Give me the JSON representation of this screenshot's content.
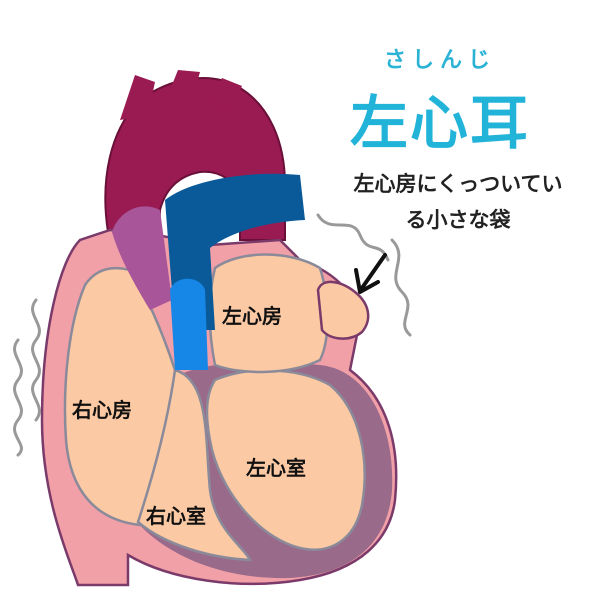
{
  "title": {
    "reading": "さしんじ",
    "main": "左心耳"
  },
  "description": {
    "line1": "左心房にくっついてい",
    "line2": "る小さな袋"
  },
  "labels": {
    "left_atrium": "左心房",
    "right_atrium": "右心房",
    "left_ventricle": "左心室",
    "right_ventricle": "右心室"
  },
  "colors": {
    "aorta": "#9a1a52",
    "pulmonary_artery": "#0a5a9a",
    "vein_blue": "#1687e6",
    "svc_purple": "#a8559a",
    "heart_wall": "#f2a0a8",
    "chamber": "#fbc9a3",
    "myocardium": "#9a6a8a",
    "outline": "#7a3a6a",
    "title": "#22b3d9"
  },
  "icons": [
    "arrow-icon",
    "wavy-line-icon"
  ]
}
